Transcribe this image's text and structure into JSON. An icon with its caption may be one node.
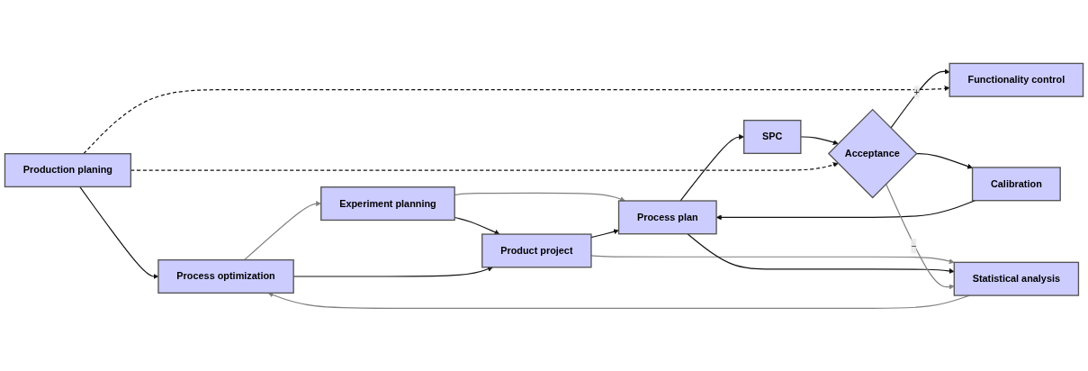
{
  "diagram": {
    "nodes": [
      {
        "text": [
          "Production planing"
        ]
      },
      {
        "text": [
          "Experiment planning"
        ]
      },
      {
        "text": [
          "Process optimization"
        ]
      },
      {
        "text": [
          "Product project"
        ]
      },
      {
        "text": [
          "Process plan"
        ]
      },
      {
        "text": [
          "SPC"
        ]
      },
      {
        "text": [
          "Acceptance"
        ]
      },
      {
        "text": [
          "Functionality control"
        ]
      },
      {
        "text": [
          "Statistical analysis"
        ]
      },
      {
        "text": [
          "Calibration"
        ]
      }
    ],
    "edges": [
      {
        "from": 0,
        "to": 2,
        "arrow": "to"
      },
      {
        "from": 2,
        "to": 1,
        "arrow": "to",
        "color": "#808080"
      },
      {
        "from": 1,
        "to": 3,
        "arrow": "to"
      },
      {
        "from": 1,
        "to": 4,
        "arrow": "to",
        "color": "#808080"
      },
      {
        "from": 2,
        "to": 3,
        "arrow": "to"
      },
      {
        "from": 3,
        "to": 4,
        "arrow": "to"
      },
      {
        "from": 4,
        "to": 5,
        "arrow": "to"
      },
      {
        "from": 5,
        "to": 6,
        "arrow": "to"
      },
      {
        "from": 6,
        "to": 7,
        "arrow": "to",
        "label": "+"
      },
      {
        "from": 6,
        "to": 9,
        "arrow": "to"
      },
      {
        "from": 9,
        "to": 4,
        "arrow": "to"
      },
      {
        "from": 3,
        "to": 8,
        "arrow": "to",
        "color": "#808080"
      },
      {
        "from": 4,
        "to": 8,
        "arrow": "to"
      },
      {
        "from": 8,
        "to": 2,
        "arrow": "to",
        "color": "#808080"
      },
      {
        "from": 6,
        "to": 8,
        "arrow": "to",
        "label": "−",
        "color": "#808080"
      },
      {
        "from": 0,
        "to": 6,
        "arrow": "to",
        "style": "dashed"
      },
      {
        "from": 0,
        "to": 7,
        "arrow": "to",
        "style": "dashed"
      }
    ]
  }
}
